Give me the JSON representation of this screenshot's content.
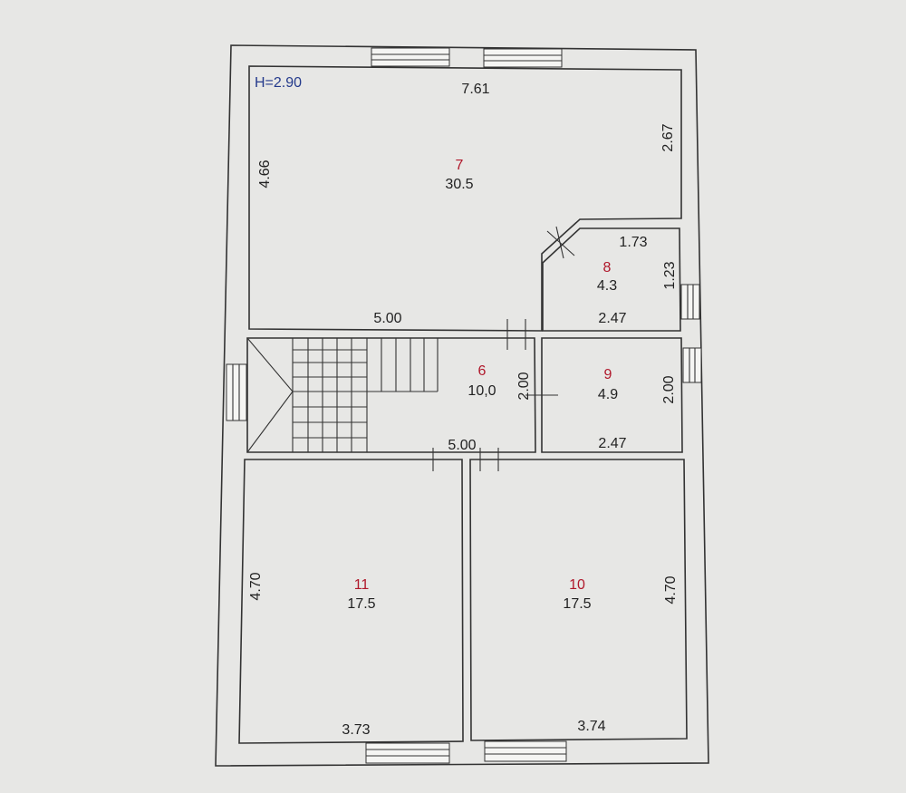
{
  "plan": {
    "ceiling_height": "H=2.90",
    "rooms": [
      {
        "id": "room-7",
        "number": "7",
        "area": "30.5"
      },
      {
        "id": "room-8",
        "number": "8",
        "area": "4.3"
      },
      {
        "id": "room-6",
        "number": "6",
        "area": "10,0"
      },
      {
        "id": "room-9",
        "number": "9",
        "area": "4.9"
      },
      {
        "id": "room-11",
        "number": "11",
        "area": "17.5"
      },
      {
        "id": "room-10",
        "number": "10",
        "area": "17.5"
      }
    ],
    "dimensions": {
      "room7_top": "7.61",
      "room7_left": "4.66",
      "room7_right": "2.67",
      "room7_bottom": "5.00",
      "room8_top": "1.73",
      "room8_right": "1.23",
      "room8_bottom": "2.47",
      "room6_right": "2.00",
      "room6_bottom": "5.00",
      "room9_right": "2.00",
      "room9_bottom": "2.47",
      "room11_left": "4.70",
      "room11_bottom": "3.73",
      "room10_right": "4.70",
      "room10_bottom": "3.74"
    }
  }
}
